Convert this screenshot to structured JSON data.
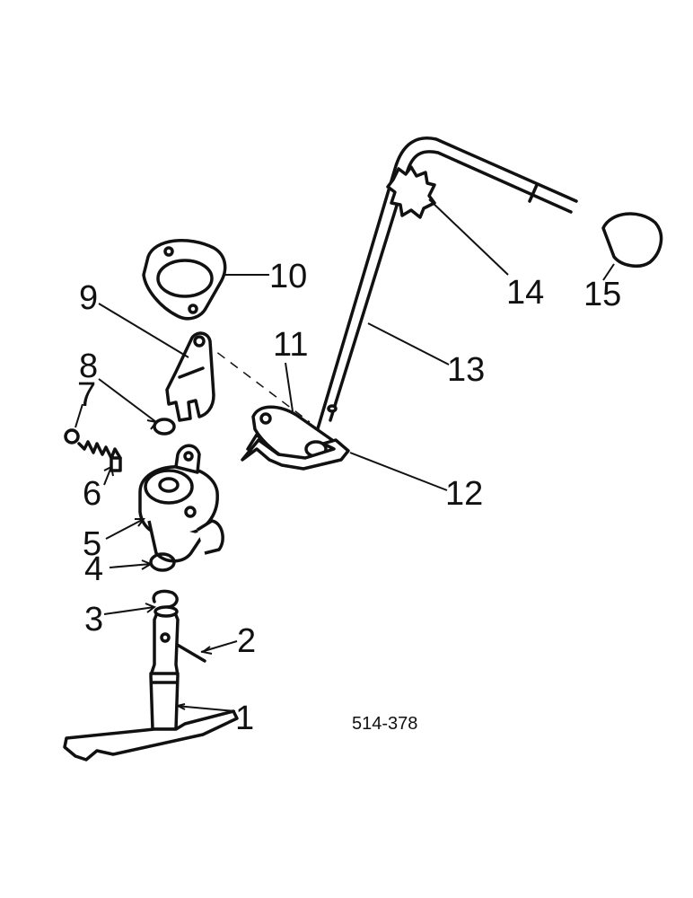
{
  "drawing_number": "514-378",
  "callouts": {
    "c1": "1",
    "c2": "2",
    "c3": "3",
    "c4": "4",
    "c5": "5",
    "c6": "6",
    "c7": "7",
    "c8": "8",
    "c9": "9",
    "c10": "10",
    "c11": "11",
    "c12": "12",
    "c13": "13",
    "c14": "14",
    "c15": "15"
  }
}
